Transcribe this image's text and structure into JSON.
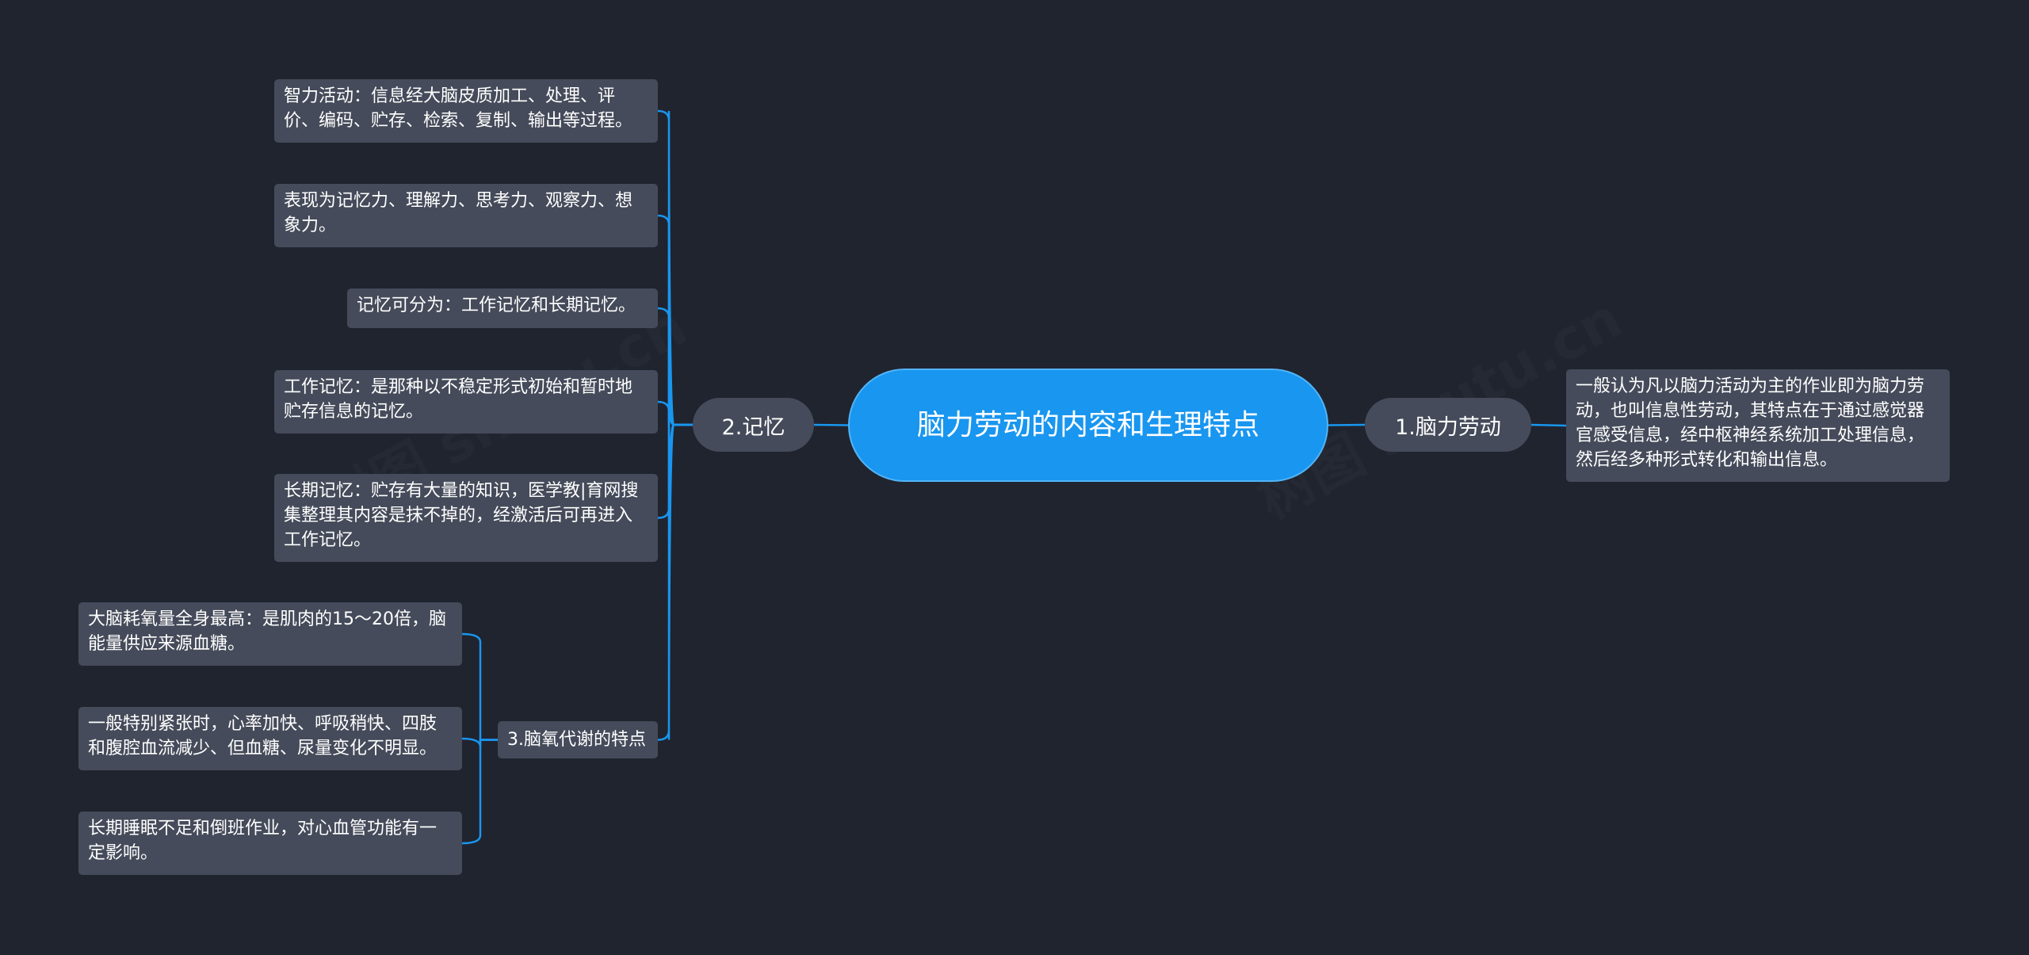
{
  "colors": {
    "background": "#20242f",
    "root": "#1996ef",
    "node": "#454b5a",
    "line": "#1996ef"
  },
  "root": {
    "label": "脑力劳动的内容和生理特点"
  },
  "branches": [
    {
      "label": "1.脑力劳动",
      "children": [
        "一般认为凡以脑力活动为主的作业即为脑力劳动，也叫信息性劳动，其特点在于通过感觉器官感受信息，经中枢神经系统加工处理信息，然后经多种形式转化和输出信息。"
      ]
    },
    {
      "label": "2.记忆",
      "children": [
        "智力活动：信息经大脑皮质加工、处理、评价、编码、贮存、检索、复制、输出等过程。",
        "表现为记忆力、理解力、思考力、观察力、想象力。",
        "记忆可分为：工作记忆和长期记忆。",
        "工作记忆：是那种以不稳定形式初始和暂时地贮存信息的记忆。",
        "长期记忆：贮存有大量的知识，医学教|育网搜集整理其内容是抹不掉的，经激活后可再进入工作记忆。"
      ]
    },
    {
      "label": "3.脑氧代谢的特点",
      "children": [
        "大脑耗氧量全身最高：是肌肉的15～20倍，脑能量供应来源血糖。",
        "一般特别紧张时，心率加快、呼吸稍快、四肢和腹腔血流减少、但血糖、尿量变化不明显。",
        "长期睡眠不足和倒班作业，对心血管功能有一定影响。"
      ]
    }
  ]
}
